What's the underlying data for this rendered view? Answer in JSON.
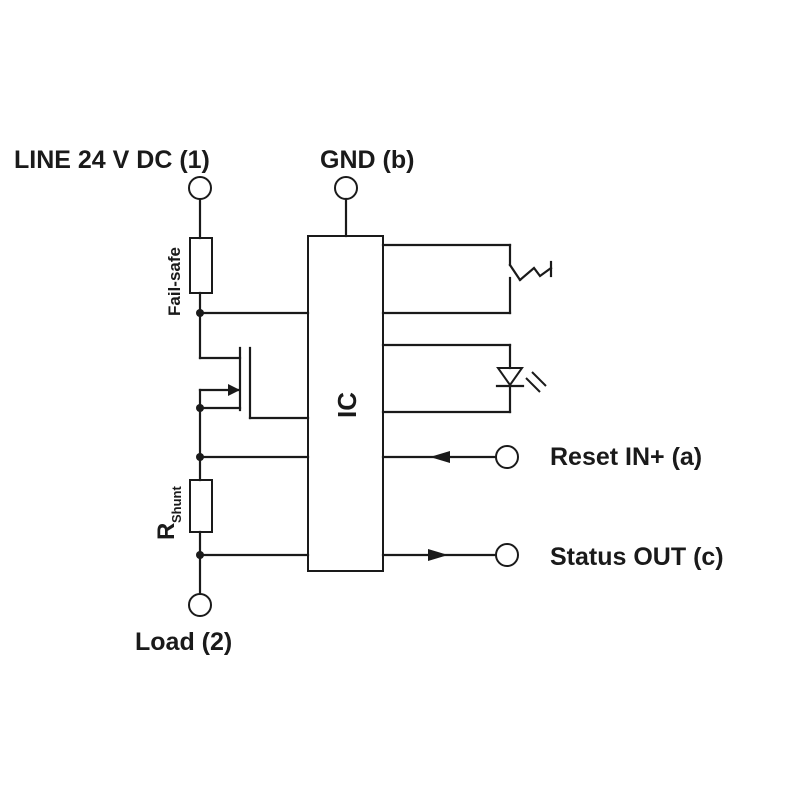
{
  "terminals": {
    "line": "LINE 24 V DC (1)",
    "gnd": "GND (b)",
    "reset": "Reset IN+ (a)",
    "status": "Status OUT (c)",
    "load": "Load (2)"
  },
  "components": {
    "failsafe": "Fail-safe",
    "ic": "IC",
    "shunt_main": "R",
    "shunt_sub": "Shunt"
  }
}
